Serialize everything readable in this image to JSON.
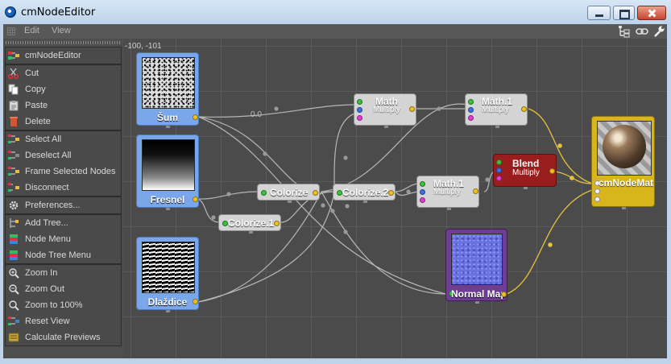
{
  "window": {
    "title": "cmNodeEditor"
  },
  "menu": {
    "edit": "Edit",
    "view": "View"
  },
  "toolbar": {
    "icons": [
      "hierarchy-icon",
      "link-icon",
      "wrench-icon"
    ]
  },
  "sidebar": {
    "header": "cmNodeEditor",
    "items": [
      {
        "label": "Cut",
        "icon": "scissors-icon"
      },
      {
        "label": "Copy",
        "icon": "copy-icon"
      },
      {
        "label": "Paste",
        "icon": "paste-icon"
      },
      {
        "label": "Delete",
        "icon": "trash-icon"
      },
      {
        "label": "Select All",
        "icon": "select-all-icon"
      },
      {
        "label": "Deselect All",
        "icon": "deselect-all-icon"
      },
      {
        "label": "Frame Selected Nodes",
        "icon": "frame-nodes-icon"
      },
      {
        "label": "Disconnect",
        "icon": "disconnect-icon"
      },
      {
        "label": "Preferences...",
        "icon": "gear-icon"
      },
      {
        "label": "Add Tree...",
        "icon": "add-tree-icon"
      },
      {
        "label": "Node Menu",
        "icon": "node-menu-icon"
      },
      {
        "label": "Node Tree Menu",
        "icon": "node-tree-menu-icon"
      },
      {
        "label": "Zoom In",
        "icon": "zoom-in-icon"
      },
      {
        "label": "Zoom Out",
        "icon": "zoom-out-icon"
      },
      {
        "label": "Zoom to 100%",
        "icon": "zoom-100-icon"
      },
      {
        "label": "Reset View",
        "icon": "reset-view-icon"
      },
      {
        "label": "Calculate Previews",
        "icon": "calculate-previews-icon"
      }
    ]
  },
  "canvas": {
    "coordinate_readout": "-100, -101",
    "wire_label": "0.0",
    "nodes": {
      "sum": {
        "title": "Šum"
      },
      "fresnel": {
        "title": "Fresnel"
      },
      "dlazdice": {
        "title": "Dlaždice"
      },
      "colorize": {
        "title": "Colorize"
      },
      "colorize1": {
        "title": "Colorize.1"
      },
      "colorize2": {
        "title": "Colorize.2"
      },
      "math": {
        "title": "Math",
        "subtitle": "Multiply"
      },
      "math1_top": {
        "title": "Math.1",
        "subtitle": "Multiply"
      },
      "math1_mid": {
        "title": "Math.1",
        "subtitle": "Multiply"
      },
      "blend": {
        "title": "Blend",
        "subtitle": "Multiply"
      },
      "normalmap": {
        "title": "Normal Map"
      },
      "output": {
        "title": "cmNodeMat"
      }
    }
  },
  "colors": {
    "canvas_bg": "#4b4b4b",
    "image_node": "#7aa7ea",
    "operator_node": "#d4d4d4",
    "blend_node": "#9a1d1d",
    "normalmap_node": "#6f3d96",
    "output_node": "#d8b51b",
    "wire_gray": "#b7b7b7",
    "wire_yellow": "#e7c23d"
  }
}
